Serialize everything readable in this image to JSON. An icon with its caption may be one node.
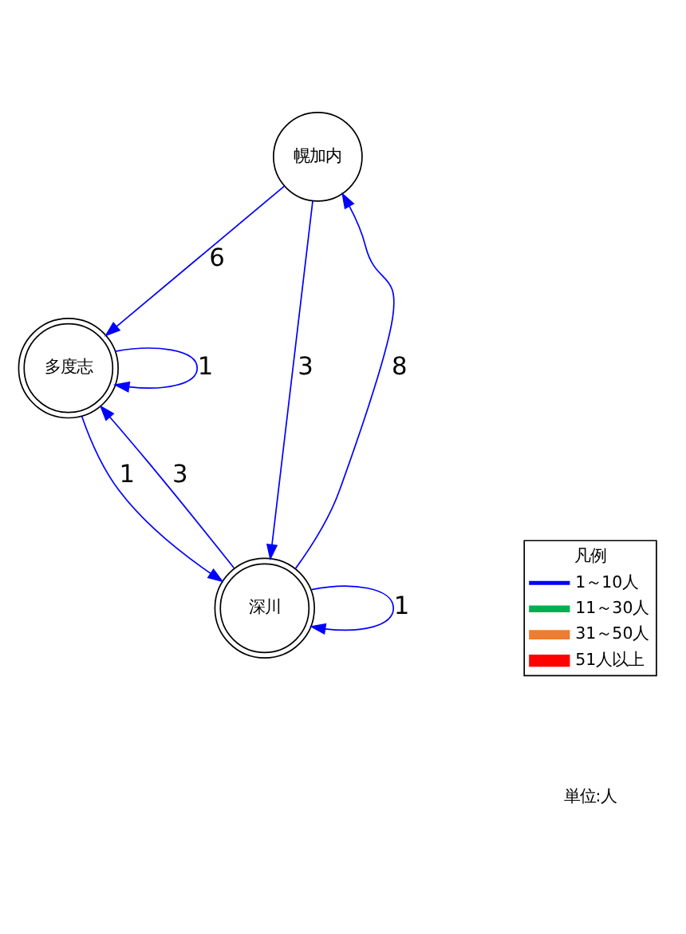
{
  "diagram": {
    "nodes": [
      {
        "text": [
          "幌加内"
        ]
      },
      {
        "text": [
          "多度志"
        ]
      },
      {
        "text": [
          "深川"
        ]
      }
    ],
    "edges": [
      {
        "from": 0,
        "to": 2,
        "arrow": "to",
        "label": "3",
        "color": "#0000ff"
      },
      {
        "from": 0,
        "to": 1,
        "arrow": "to",
        "label": "6",
        "color": "#0000ff"
      },
      {
        "from": 1,
        "to": 1,
        "arrow": "to",
        "label": "1",
        "color": "#0000ff"
      },
      {
        "from": 1,
        "to": 2,
        "arrow": "to",
        "label": "1",
        "color": "#0000ff"
      },
      {
        "from": 2,
        "to": 1,
        "arrow": "to",
        "label": "3",
        "color": "#0000ff"
      },
      {
        "from": 2,
        "to": 0,
        "arrow": "to",
        "label": "8",
        "color": "#0000ff"
      },
      {
        "from": 2,
        "to": 2,
        "arrow": "to",
        "label": "1",
        "color": "#0000ff"
      }
    ],
    "labels": [
      "凡例",
      "単位:人"
    ],
    "legend": [
      {
        "text": "1～10人",
        "color": "#0000ff"
      },
      {
        "text": "11～30人",
        "color": "#00b050"
      },
      {
        "text": "31～50人",
        "color": "#ed7d31"
      },
      {
        "text": "51人以上",
        "color": "#ff0000"
      }
    ]
  }
}
